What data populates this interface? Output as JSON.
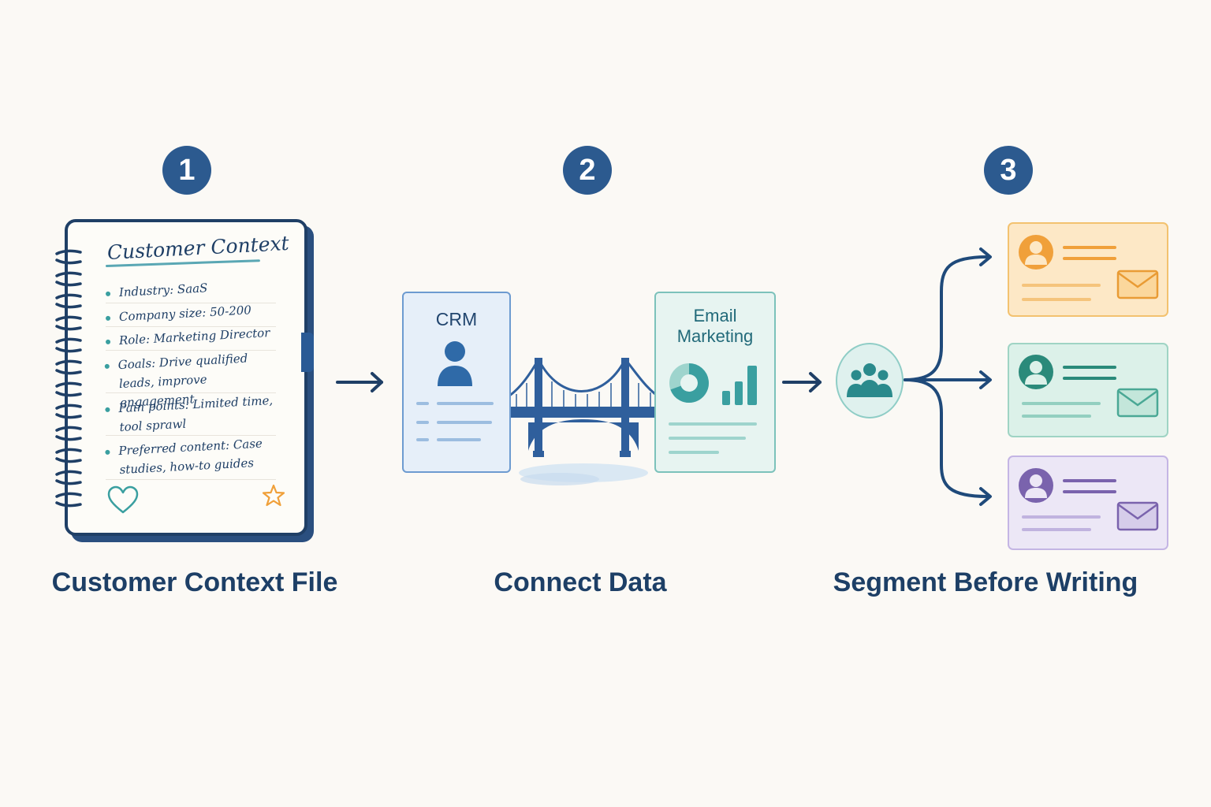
{
  "steps": [
    {
      "number": "1",
      "label": "Customer Context File"
    },
    {
      "number": "2",
      "label": "Connect Data"
    },
    {
      "number": "3",
      "label": "Segment Before Writing"
    }
  ],
  "notebook": {
    "title": "Customer Context",
    "items": [
      "Industry: SaaS",
      "Company size: 50-200",
      "Role: Marketing Director",
      "Goals: Drive qualified\nleads, improve engagement",
      "Pain points: Limited time,\ntool sprawl",
      "Preferred content: Case\nstudies, how-to guides"
    ]
  },
  "crm": {
    "title": "CRM"
  },
  "email_marketing": {
    "title": "Email\nMarketing"
  },
  "colors": {
    "primary": "#2c5a8f",
    "dark_text": "#1d3f66",
    "teal": "#3a9fa0",
    "orange": "#f0a03a",
    "purple": "#7a63ad"
  },
  "icons": [
    "heart-icon",
    "star-icon",
    "person-icon",
    "bridge-icon",
    "donut-chart-icon",
    "bar-chart-icon",
    "group-icon",
    "envelope-icon"
  ]
}
